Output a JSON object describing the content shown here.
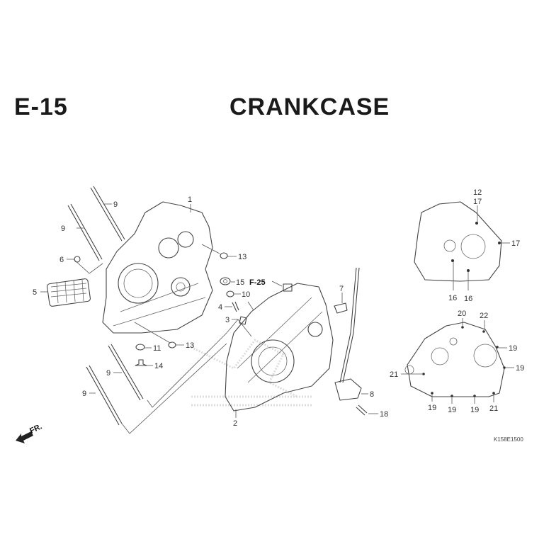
{
  "header": {
    "section_code": "E-15",
    "section_title": "CRANKCASE"
  },
  "reference": "F-25",
  "front_indicator": "FR.",
  "drawing_number": "K158E1500",
  "callouts": [
    "9",
    "9",
    "6",
    "5",
    "1",
    "13",
    "15",
    "10",
    "4",
    "3",
    "13",
    "11",
    "14",
    "9",
    "9",
    "2",
    "7",
    "8",
    "18",
    "12",
    "17",
    "17",
    "16",
    "16",
    "20",
    "22",
    "19",
    "19",
    "21",
    "19",
    "19",
    "19",
    "21"
  ]
}
